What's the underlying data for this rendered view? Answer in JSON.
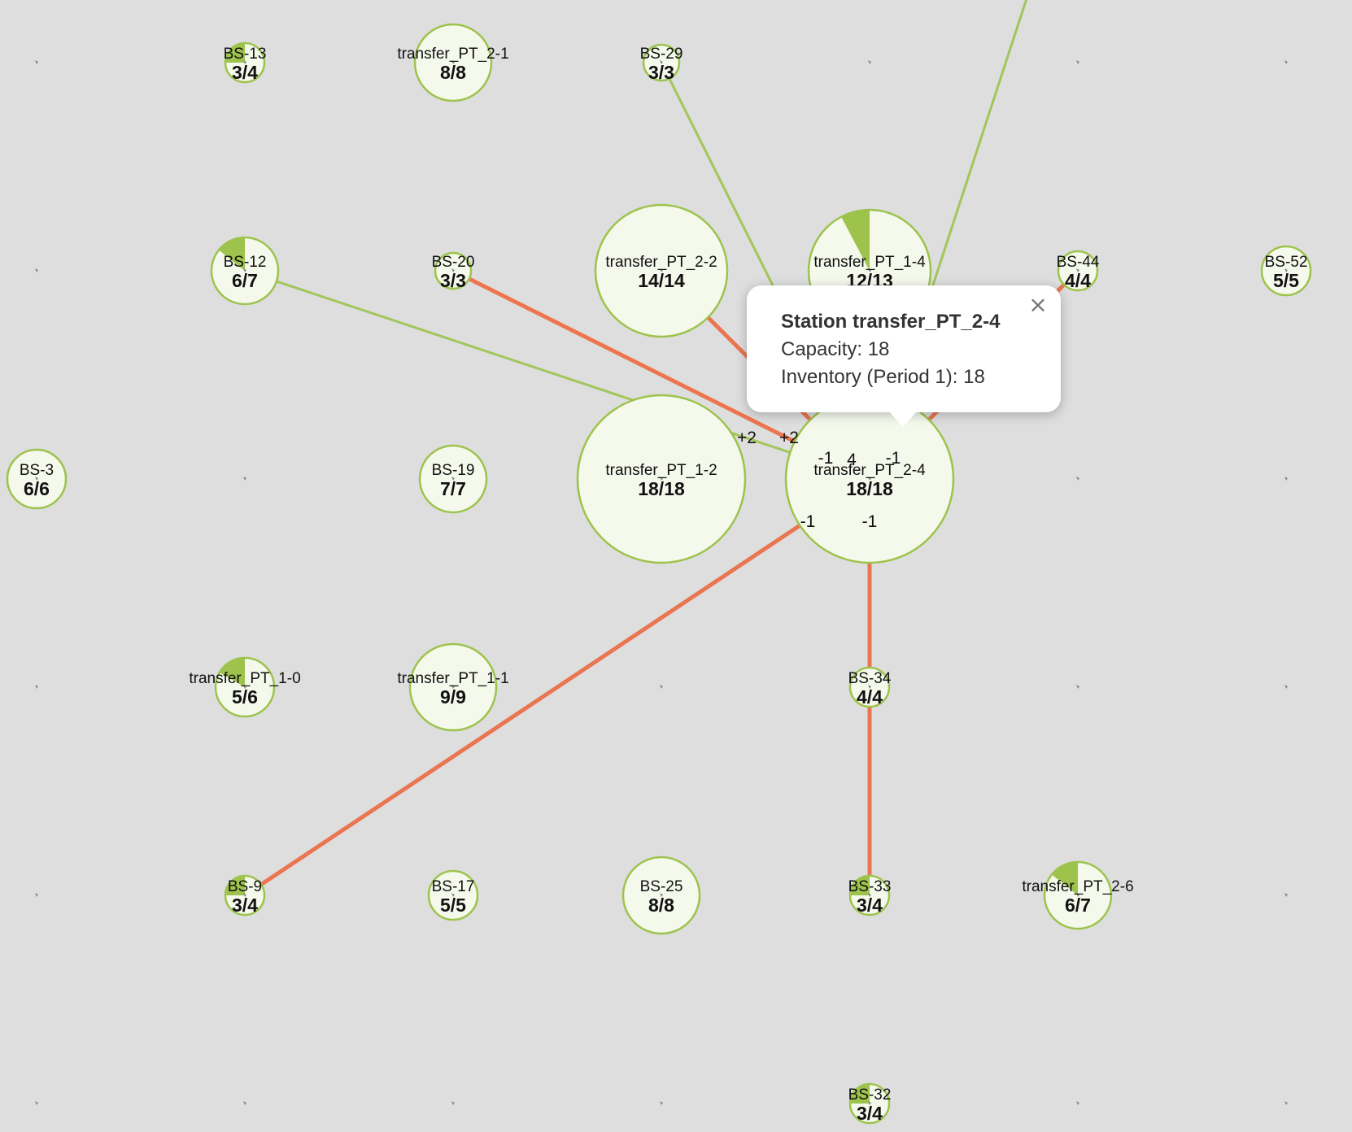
{
  "colors": {
    "background": "#dedede",
    "station_fill": "#f5f9ec",
    "station_stroke": "#9dc34d",
    "pie_fill": "#9dc34d",
    "flow_out": "#ea7651",
    "flow_in": "#a3c55a",
    "marker": "#8a8a8a"
  },
  "icons": {
    "close": "close-icon",
    "node_marker": "location-marker-icon"
  },
  "map": {
    "grid": {
      "columns": 7,
      "rows": 6,
      "cells": [
        {
          "col": 0,
          "row": 0
        },
        {
          "col": 4,
          "row": 0
        },
        {
          "col": 5,
          "row": 0
        },
        {
          "col": 6,
          "row": 0
        },
        {
          "col": 0,
          "row": 1
        },
        {
          "col": 1,
          "row": 2
        },
        {
          "col": 5,
          "row": 2
        },
        {
          "col": 6,
          "row": 2
        },
        {
          "col": 0,
          "row": 3
        },
        {
          "col": 3,
          "row": 3
        },
        {
          "col": 5,
          "row": 3
        },
        {
          "col": 6,
          "row": 3
        },
        {
          "col": 0,
          "row": 4
        },
        {
          "col": 6,
          "row": 4
        },
        {
          "col": 0,
          "row": 5
        },
        {
          "col": 1,
          "row": 5
        },
        {
          "col": 2,
          "row": 5
        },
        {
          "col": 3,
          "row": 5
        },
        {
          "col": 5,
          "row": 5
        },
        {
          "col": 6,
          "row": 5
        }
      ]
    },
    "stations": [
      {
        "id": "BS-13",
        "name": "BS-13",
        "count": "3/4",
        "col": 1,
        "row": 0,
        "capacity": 4,
        "inventory": 3
      },
      {
        "id": "transfer_PT_2-1",
        "name": "transfer_PT_2-1",
        "count": "8/8",
        "col": 2,
        "row": 0,
        "capacity": 8,
        "inventory": 8
      },
      {
        "id": "BS-29",
        "name": "BS-29",
        "count": "3/3",
        "col": 3,
        "row": 0,
        "capacity": 3,
        "inventory": 3
      },
      {
        "id": "BS-12",
        "name": "BS-12",
        "count": "6/7",
        "col": 1,
        "row": 1,
        "capacity": 7,
        "inventory": 6
      },
      {
        "id": "BS-20",
        "name": "BS-20",
        "count": "3/3",
        "col": 2,
        "row": 1,
        "capacity": 3,
        "inventory": 3
      },
      {
        "id": "transfer_PT_2-2",
        "name": "transfer_PT_2-2",
        "count": "14/14",
        "col": 3,
        "row": 1,
        "capacity": 14,
        "inventory": 14
      },
      {
        "id": "transfer_PT_1-4",
        "name": "transfer_PT_1-4",
        "count": "12/13",
        "col": 4,
        "row": 1,
        "capacity": 13,
        "inventory": 12
      },
      {
        "id": "BS-44",
        "name": "BS-44",
        "count": "4/4",
        "col": 5,
        "row": 1,
        "capacity": 4,
        "inventory": 4
      },
      {
        "id": "BS-52",
        "name": "BS-52",
        "count": "5/5",
        "col": 6,
        "row": 1,
        "capacity": 5,
        "inventory": 5
      },
      {
        "id": "BS-3",
        "name": "BS-3",
        "count": "6/6",
        "col": 0,
        "row": 2,
        "capacity": 6,
        "inventory": 6
      },
      {
        "id": "BS-19",
        "name": "BS-19",
        "count": "7/7",
        "col": 2,
        "row": 2,
        "capacity": 7,
        "inventory": 7
      },
      {
        "id": "transfer_PT_1-2",
        "name": "transfer_PT_1-2",
        "count": "18/18",
        "col": 3,
        "row": 2,
        "capacity": 18,
        "inventory": 18
      },
      {
        "id": "transfer_PT_2-4",
        "name": "transfer_PT_2-4",
        "count": "18/18",
        "col": 4,
        "row": 2,
        "capacity": 18,
        "inventory": 18
      },
      {
        "id": "transfer_PT_1-0",
        "name": "transfer_PT_1-0",
        "count": "5/6",
        "col": 1,
        "row": 3,
        "capacity": 6,
        "inventory": 5
      },
      {
        "id": "transfer_PT_1-1",
        "name": "transfer_PT_1-1",
        "count": "9/9",
        "col": 2,
        "row": 3,
        "capacity": 9,
        "inventory": 9
      },
      {
        "id": "BS-34",
        "name": "BS-34",
        "count": "4/4",
        "col": 4,
        "row": 3,
        "capacity": 4,
        "inventory": 4
      },
      {
        "id": "BS-9",
        "name": "BS-9",
        "count": "3/4",
        "col": 1,
        "row": 4,
        "capacity": 4,
        "inventory": 3
      },
      {
        "id": "BS-17",
        "name": "BS-17",
        "count": "5/5",
        "col": 2,
        "row": 4,
        "capacity": 5,
        "inventory": 5
      },
      {
        "id": "BS-25",
        "name": "BS-25",
        "count": "8/8",
        "col": 3,
        "row": 4,
        "capacity": 8,
        "inventory": 8
      },
      {
        "id": "BS-33",
        "name": "BS-33",
        "count": "3/4",
        "col": 4,
        "row": 4,
        "capacity": 4,
        "inventory": 3
      },
      {
        "id": "transfer_PT_2-6",
        "name": "transfer_PT_2-6",
        "count": "6/7",
        "col": 5,
        "row": 4,
        "capacity": 7,
        "inventory": 6
      },
      {
        "id": "BS-32",
        "name": "BS-32",
        "count": "3/4",
        "col": 4,
        "row": 5,
        "capacity": 4,
        "inventory": 3
      }
    ],
    "flows": [
      {
        "from": "BS-20",
        "to": "transfer_PT_2-4",
        "kind": "out",
        "label": "+2"
      },
      {
        "from": "transfer_PT_2-2",
        "to": "transfer_PT_2-4",
        "kind": "out",
        "label": ""
      },
      {
        "from": "BS-44",
        "to": "transfer_PT_2-4",
        "kind": "out",
        "label": ""
      },
      {
        "from": "BS-9",
        "to": "transfer_PT_2-4",
        "kind": "out",
        "label": "-1"
      },
      {
        "from": "BS-33",
        "to": "transfer_PT_2-4",
        "kind": "out",
        "label": "-1"
      },
      {
        "from": "BS-12",
        "to": "transfer_PT_2-4",
        "kind": "in",
        "label": "+2"
      },
      {
        "from": "BS-29",
        "to": "transfer_PT_2-4",
        "kind": "in",
        "label": "-1"
      },
      {
        "from": "offscreen-north",
        "to": "transfer_PT_2-4",
        "kind": "in",
        "label": "-1"
      },
      {
        "from": "transfer_PT_1-4",
        "to": "transfer_PT_2-4",
        "kind": "in",
        "label": "4"
      }
    ]
  },
  "popup": {
    "title": "Station transfer_PT_2-4",
    "capacity_line": "Capacity: 18",
    "inventory_line": "Inventory (Period 1): 18",
    "close_symbol": "×"
  }
}
